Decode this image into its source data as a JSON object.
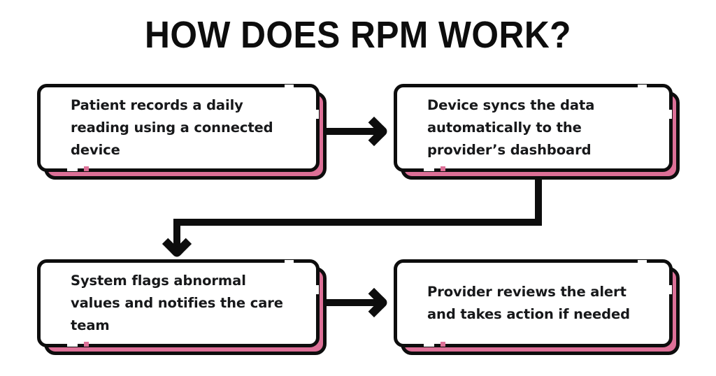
{
  "page": {
    "title": "HOW DOES RPM WORK?",
    "background_color": "#ffffff"
  },
  "theme": {
    "accent_pink": "#dd7097",
    "outline_black": "#0d0d0d",
    "text_color": "#17181a",
    "card_fill": "#ffffff"
  },
  "flow": {
    "steps": [
      {
        "id": "step-1",
        "order": 1,
        "text": "Patient records a daily reading using a connected device"
      },
      {
        "id": "step-2",
        "order": 2,
        "text": "Device syncs the data automatically to the provider’s dashboard"
      },
      {
        "id": "step-3",
        "order": 3,
        "text": "System flags abnormal values and notifies the care team"
      },
      {
        "id": "step-4",
        "order": 4,
        "text": "Provider reviews the alert and takes action if needed"
      }
    ],
    "connectors": [
      {
        "id": "connector-1-2",
        "from": "step-1",
        "to": "step-2",
        "shape": "straight",
        "direction": "right"
      },
      {
        "id": "connector-2-3",
        "from": "step-2",
        "to": "step-3",
        "shape": "elbow",
        "direction": "down-left"
      },
      {
        "id": "connector-3-4",
        "from": "step-3",
        "to": "step-4",
        "shape": "straight",
        "direction": "right"
      }
    ]
  }
}
